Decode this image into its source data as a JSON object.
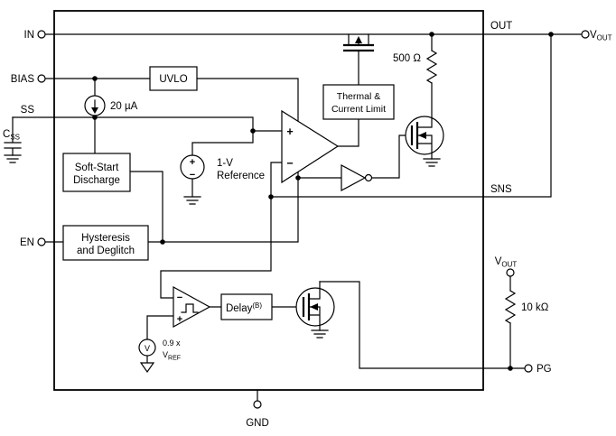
{
  "diagram": {
    "pins": {
      "in": "IN",
      "bias": "BIAS",
      "ss": "SS",
      "en": "EN",
      "out": "OUT",
      "sns": "SNS",
      "pg": "PG",
      "gnd": "GND"
    },
    "terminals": {
      "vout_right": {
        "main": "V",
        "sub": "OUT"
      },
      "vout_pullup": {
        "main": "V",
        "sub": "OUT"
      }
    },
    "blocks": {
      "uvlo": "UVLO",
      "thermal": {
        "line1": "Thermal &",
        "line2": "Current Limit"
      },
      "soft_start": {
        "line1": "Soft-Start",
        "line2": "Discharge"
      },
      "hysteresis": {
        "line1": "Hysteresis",
        "line2": "and Deglitch"
      },
      "delay": {
        "main": "Delay",
        "sup": "(B)"
      }
    },
    "components": {
      "current_source": "20 µA",
      "reference": {
        "line1": "1-V",
        "line2": "Reference"
      },
      "sense_resistor": "500 Ω",
      "pullup_resistor": "10 kΩ",
      "css": {
        "main": "C",
        "sub": "SS"
      },
      "pg_threshold": {
        "line1": "0.9 x",
        "main": "V",
        "sub": "REF"
      },
      "vsource_letter": "V"
    },
    "symbols": {
      "plus": "+",
      "minus": "−"
    }
  }
}
